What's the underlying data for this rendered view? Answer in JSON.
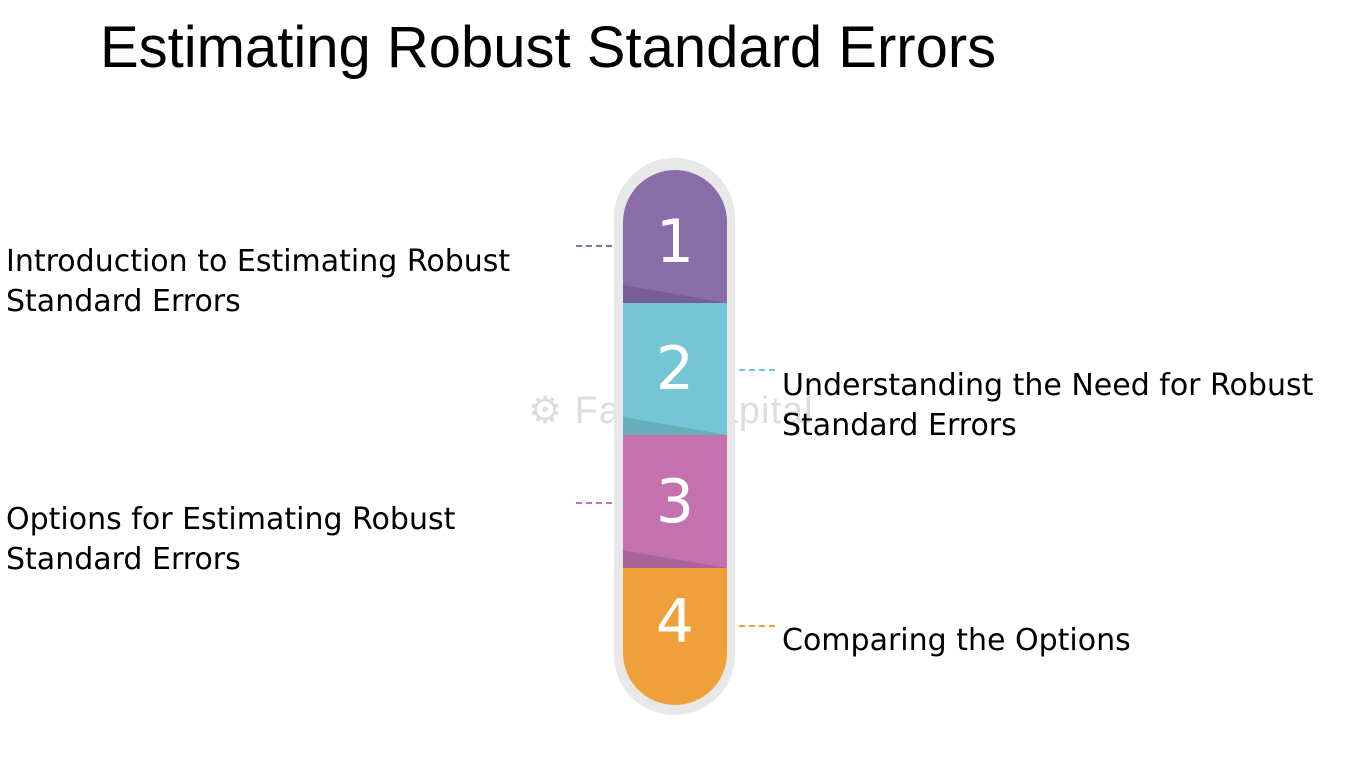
{
  "title": "Estimating Robust Standard Errors",
  "watermark": "FasterCapital",
  "steps": [
    {
      "number": "1",
      "label": "Introduction to Estimating Robust Standard Errors",
      "color": "#8a6ca8"
    },
    {
      "number": "2",
      "label": "Understanding the Need for Robust Standard Errors",
      "color": "#74c6d4"
    },
    {
      "number": "3",
      "label": "Options for Estimating Robust Standard Errors",
      "color": "#c472ad"
    },
    {
      "number": "4",
      "label": "Comparing the Options",
      "color": "#f0a03a"
    }
  ]
}
